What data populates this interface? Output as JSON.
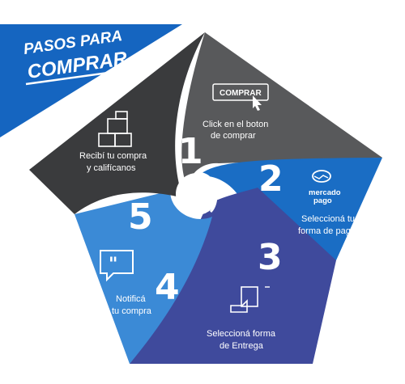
{
  "banner": {
    "line1": "PASOS PARA",
    "line2": "COMPRAR"
  },
  "steps": [
    {
      "number": "1",
      "button_label": "COMPRAR",
      "text_line1": "Click en el boton",
      "text_line2": "de comprar",
      "icon": "cursor-click-icon"
    },
    {
      "number": "2",
      "logo_line1": "mercado",
      "logo_line2": "pago",
      "text_line1": "Seleccioná tu",
      "text_line2": "forma de pago",
      "icon": "mercadopago-handshake-icon"
    },
    {
      "number": "3",
      "text_line1": "Seleccioná forma",
      "text_line2": "de Entrega",
      "icon": "package-hand-icon"
    },
    {
      "number": "4",
      "text_line1": "Notificá",
      "text_line2": "tu compra",
      "icon": "quote-chat-icon"
    },
    {
      "number": "5",
      "text_line1": "Recibí tu compra",
      "text_line2": "y califícanos",
      "icon": "boxes-icon"
    }
  ],
  "colors": {
    "banner": "#1565c0",
    "step1": "#58595b",
    "step2": "#1a6dc4",
    "step3": "#3f4a9c",
    "step4": "#3b8ad6",
    "step5": "#3a3b3d",
    "text": "#ffffff"
  }
}
